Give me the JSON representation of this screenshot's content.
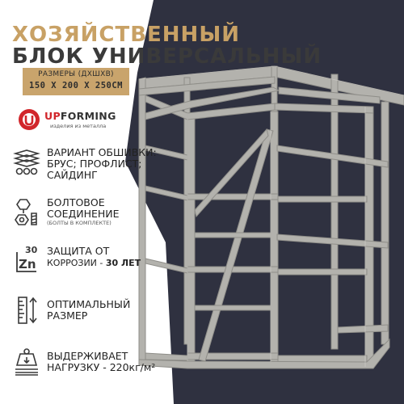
{
  "title": {
    "line1": "ХОЗЯЙСТВЕННЫЙ",
    "line2": "БЛОК УНИВЕРСАЛЬНЫЙ"
  },
  "dimensions": {
    "label": "РАЗМЕРЫ (ДХШХВ)",
    "value": "150 X 200 X 250СМ"
  },
  "brand": {
    "name_accent": "UP",
    "name_rest": "FORMING",
    "tagline": "изделия из металла"
  },
  "features": [
    {
      "icon": "planks-icon",
      "lines": [
        "ВАРИАНТ ОБШИВКИ:",
        "БРУС; ПРОФЛИСТ;",
        "САЙДИНГ"
      ]
    },
    {
      "icon": "bolt-nut-icon",
      "lines": [
        "БОЛТОВОЕ",
        "СОЕДИНЕНИЕ"
      ],
      "note": "(БОЛТЫ В КОМПЛЕКТЕ)"
    },
    {
      "icon": "zinc-30-icon",
      "icon_text": [
        "30",
        "Zn"
      ],
      "lines": [
        "ЗАЩИТА ОТ"
      ],
      "line2_prefix": "КОРРОЗИИ - ",
      "line2_bold": "30 ЛЕТ"
    },
    {
      "icon": "ruler-arrow-icon",
      "lines": [
        "ОПТИМАЛЬНЫЙ",
        "РАЗМЕР"
      ]
    },
    {
      "icon": "weight-load-icon",
      "lines": [
        "ВЫДЕРЖИВАЕТ",
        "НАГРУЗКУ - 220кг/м²"
      ]
    }
  ],
  "colors": {
    "background_dark": "#2f3140",
    "accent_gold": "#c9a46c",
    "frame_metal": "#a9a8a3",
    "brand_red": "#d1262b"
  }
}
